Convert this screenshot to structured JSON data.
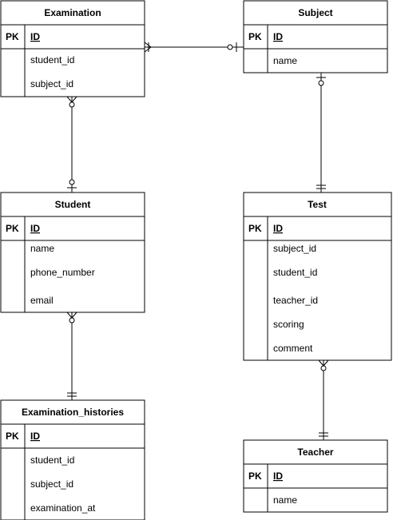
{
  "tables": {
    "examination": {
      "title": "Examination",
      "key_label": "PK",
      "pk": "ID",
      "fields": [
        "student_id",
        "subject_id"
      ]
    },
    "subject": {
      "title": "Subject",
      "key_label": "PK",
      "pk": "ID",
      "fields": [
        "name"
      ]
    },
    "student": {
      "title": "Student",
      "key_label": "PK",
      "pk": "ID",
      "fields": [
        "name",
        "phone_number",
        "email"
      ]
    },
    "test": {
      "title": "Test",
      "key_label": "PK",
      "pk": "ID",
      "fields": [
        "subject_id",
        "student_id",
        "teacher_id",
        "scoring",
        "comment"
      ]
    },
    "examination_histories": {
      "title": "Examination_histories",
      "key_label": "PK",
      "pk": "ID",
      "fields": [
        "student_id",
        "subject_id",
        "examination_at"
      ]
    },
    "teacher": {
      "title": "Teacher",
      "key_label": "PK",
      "pk": "ID",
      "fields": [
        "name"
      ]
    }
  },
  "relationships": [
    {
      "from": "examination",
      "to": "subject",
      "from_end": "one-or-many",
      "to_end": "zero-or-one"
    },
    {
      "from": "examination",
      "to": "student",
      "from_end": "zero-or-many",
      "to_end": "zero-or-one"
    },
    {
      "from": "subject",
      "to": "test",
      "from_end": "zero-or-one",
      "to_end": "exactly-one"
    },
    {
      "from": "student",
      "to": "examination_histories",
      "from_end": "zero-or-many",
      "to_end": "exactly-one"
    },
    {
      "from": "test",
      "to": "teacher",
      "from_end": "zero-or-many",
      "to_end": "exactly-one"
    }
  ],
  "colors": {
    "line": "#000000",
    "background": "#ffffff"
  }
}
